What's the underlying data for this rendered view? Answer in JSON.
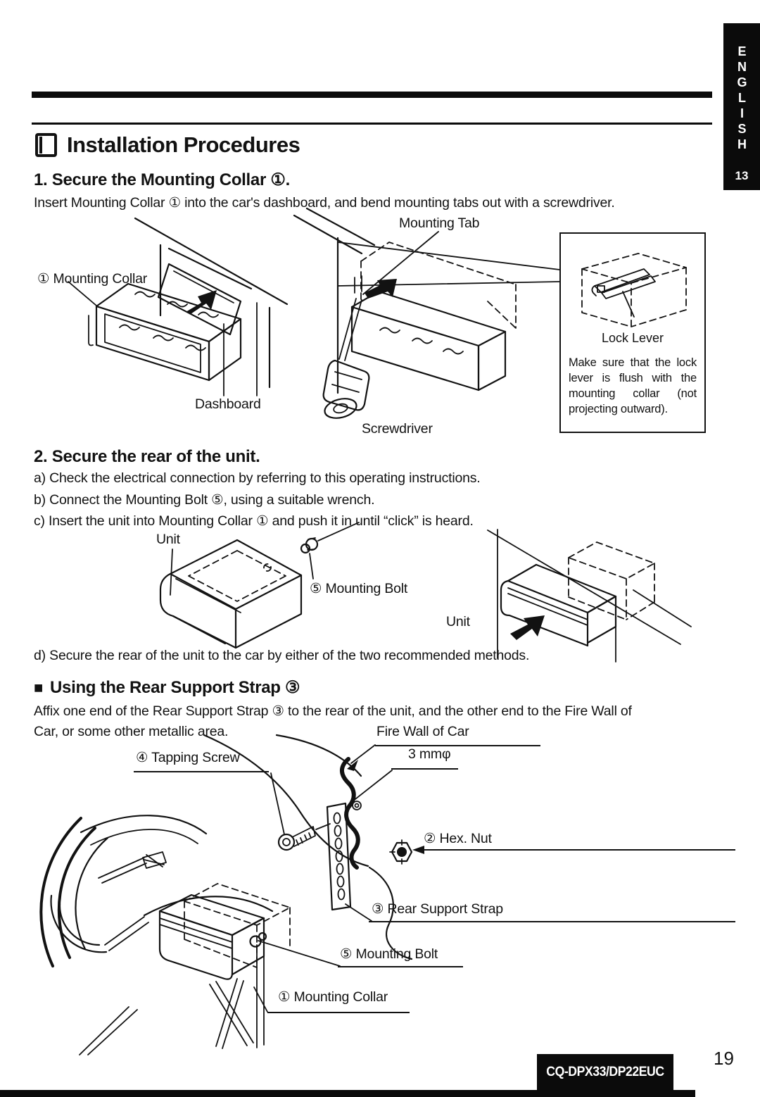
{
  "tab": {
    "label": "ENGLISH",
    "number": "13"
  },
  "header": {
    "title": "Installation Procedures"
  },
  "section1": {
    "heading": "1. Secure the Mounting Collar ①.",
    "body": "Insert Mounting Collar ① into the car's dashboard, and bend mounting tabs out with a screwdriver.",
    "labels": {
      "mounting_tab": "Mounting Tab",
      "mounting_collar": "① Mounting Collar",
      "dashboard": "Dashboard",
      "screwdriver": "Screwdriver"
    },
    "lock_box": {
      "label": "Lock Lever",
      "note": "Make sure that the lock lever is flush with the mounting collar (not projecting outward)."
    }
  },
  "section2": {
    "heading": "2. Secure the rear of the unit.",
    "item_a": "a) Check the electrical connection by referring to this operating instructions.",
    "item_b": "b) Connect the Mounting Bolt ⑤, using a suitable wrench.",
    "item_c": "c) Insert the unit into Mounting Collar ① and push it in until “click” is heard.",
    "item_d": "d) Secure the rear of the unit to the car by either of the two recommended methods.",
    "labels": {
      "unit_left": "Unit",
      "mounting_bolt": "⑤ Mounting Bolt",
      "unit_right": "Unit"
    }
  },
  "section3": {
    "bullet": "■",
    "heading": "Using the Rear Support Strap ③",
    "body_line1": "Affix one end of the Rear Support Strap ③ to the rear of the unit, and the other end to the Fire Wall of",
    "body_line2": "Car, or some other metallic area.",
    "labels": {
      "fire_wall": "Fire Wall of Car",
      "hole_diameter": "3 mmφ",
      "tapping_screw": "④ Tapping Screw",
      "hex_nut": "② Hex. Nut",
      "rear_support_strap": "③ Rear Support Strap",
      "mounting_bolt": "⑤ Mounting Bolt",
      "mounting_collar": "① Mounting Collar"
    }
  },
  "footer": {
    "model": "CQ-DPX33/DP22EUC",
    "page_number": "19"
  }
}
